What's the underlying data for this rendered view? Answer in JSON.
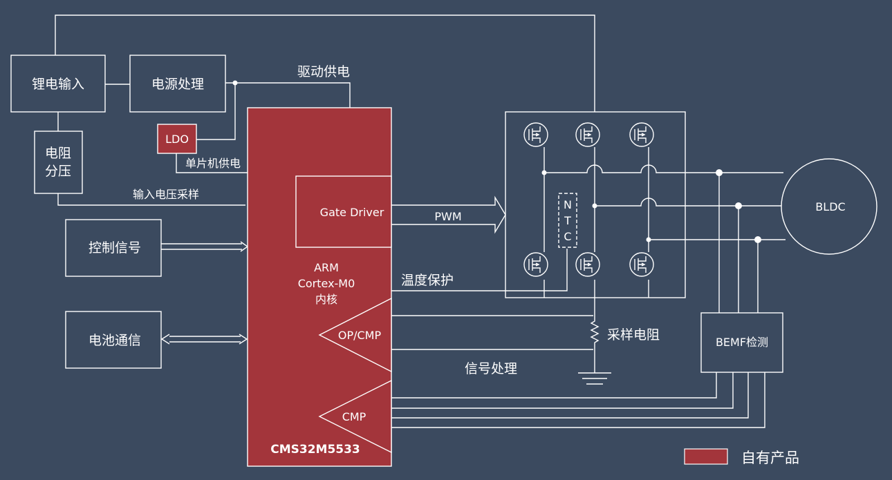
{
  "blocks": {
    "li_input": "锂电输入",
    "power_proc": "电源处理",
    "drive_supply": "驱动供电",
    "ldo": "LDO",
    "divider": [
      "电阻",
      "分压"
    ],
    "mcu_supply": "单片机供电",
    "vin_sample": "输入电压采样",
    "ctrl_signal": "控制信号",
    "battery_comm": "电池通信",
    "gate_driver": "Gate Driver",
    "pwm": "PWM",
    "core": [
      "ARM",
      "Cortex-M0",
      "内核"
    ],
    "op_cmp": "OP/CMP",
    "cmp": "CMP",
    "chip_name": "CMS32M5533",
    "temp_protect": "温度保护",
    "sense_resistor": "采样电阻",
    "signal_proc": "信号处理",
    "ntc": [
      "N",
      "T",
      "C"
    ],
    "motor": "BLDC",
    "bemf": "BEMF检测"
  },
  "legend": {
    "label": "自有产品"
  },
  "colors": {
    "background": "#3b4a5f",
    "own_product": "#a3353b",
    "line": "#ffffff"
  }
}
